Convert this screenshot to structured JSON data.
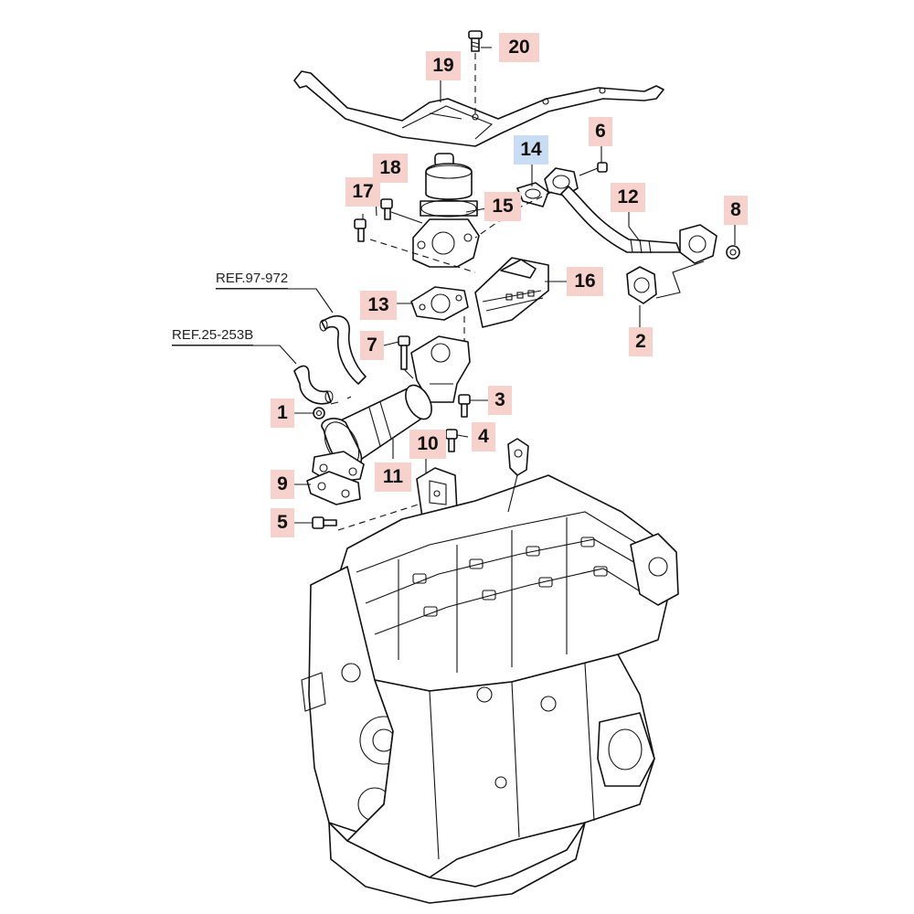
{
  "colors": {
    "callout_bg": "#f7d2cd",
    "callout_highlight_bg": "#c8dcf3",
    "line": "#111111"
  },
  "callouts": {
    "c1": "1",
    "c2": "2",
    "c3": "3",
    "c4": "4",
    "c5": "5",
    "c6": "6",
    "c7": "7",
    "c8": "8",
    "c9": "9",
    "c10": "10",
    "c11": "11",
    "c12": "12",
    "c13": "13",
    "c14": "14",
    "c15": "15",
    "c16": "16",
    "c17": "17",
    "c18": "18",
    "c19": "19",
    "c20": "20"
  },
  "refs": {
    "ref_97": "REF.97-972",
    "ref_25": "REF.25-253B"
  }
}
